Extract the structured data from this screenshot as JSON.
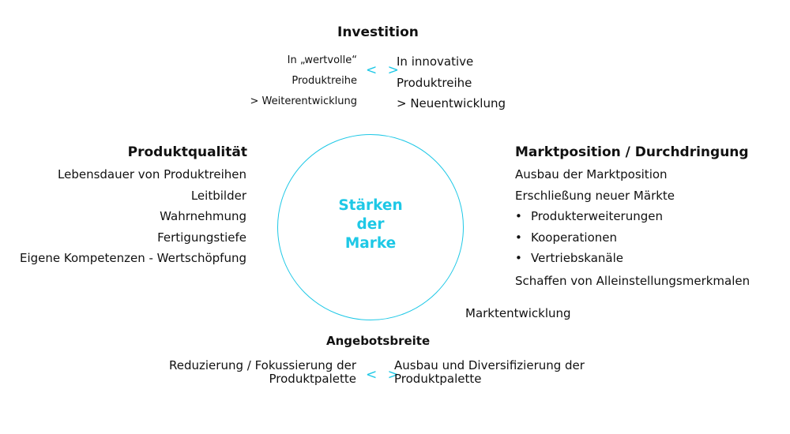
{
  "center": {
    "lines": [
      "Stärken",
      "der",
      "Marke"
    ]
  },
  "investition": {
    "title": "Investition",
    "left_lines": [
      "In „wertvolle“",
      "Produktreihe",
      "> Weiterentwicklung"
    ],
    "arrow": "< >",
    "right_lines": [
      "In innovative",
      "Produktreihe",
      "> Neuentwicklung"
    ]
  },
  "produktqualitaet": {
    "title": "Produktqualität",
    "items": [
      "Lebensdauer von Produktreihen",
      "Leitbilder",
      "Wahrnehmung",
      "Fertigungstiefe",
      "Eigene Kompetenzen - Wertschöpfung"
    ]
  },
  "marktposition": {
    "title": "Marktposition / Durchdringung",
    "items": [
      "Ausbau der Marktposition",
      "Erschließung neuer Märkte"
    ],
    "bullet_symbol": "•",
    "bullets": [
      "Produkterweiterungen",
      "Kooperationen",
      "Vertriebskanäle"
    ],
    "final_item": "Schaffen von Alleinstellungsmerkmalen"
  },
  "marktentwicklung": {
    "label": "Marktentwicklung"
  },
  "angebotsbreite": {
    "title": "Angebotsbreite",
    "left_lines": [
      "Reduzierung / Fokussierung der",
      "Produktpalette"
    ],
    "arrow": "< >",
    "right_lines": [
      "Ausbau und Diversifizierung der",
      "Produktpalette"
    ]
  },
  "colors": {
    "accent": "#1ec8e6",
    "text": "#111111",
    "background": "#ffffff"
  }
}
